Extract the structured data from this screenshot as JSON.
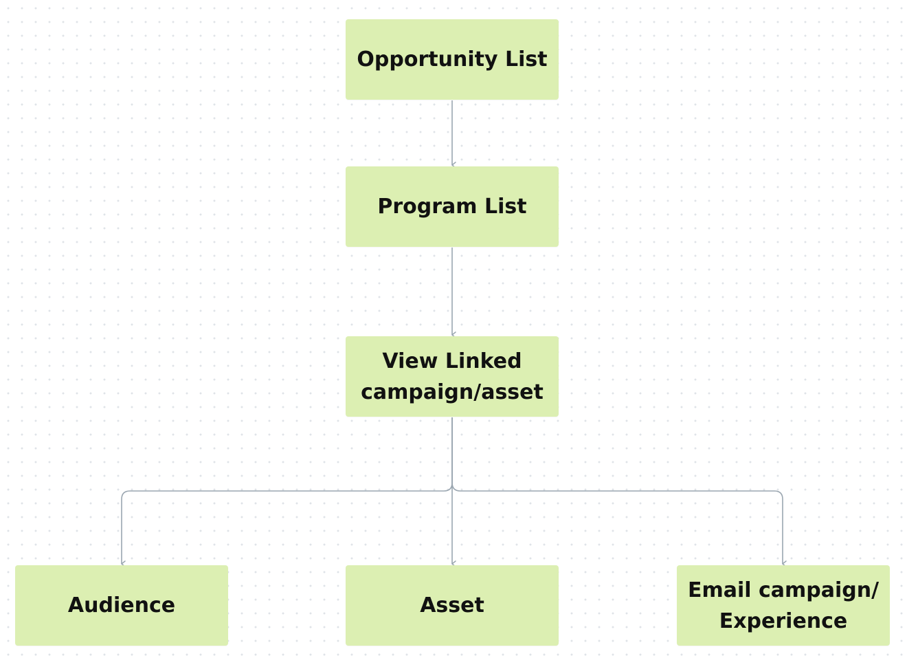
{
  "diagram": {
    "colors": {
      "node_fill": "#dcefb2",
      "connector": "#9aa6b0",
      "text": "#111111"
    },
    "nodes": [
      {
        "id": "opportunity",
        "label": "Opportunity List"
      },
      {
        "id": "program",
        "label": "Program List"
      },
      {
        "id": "linked",
        "label": "View Linked\ncampaign/asset"
      },
      {
        "id": "audience",
        "label": "Audience"
      },
      {
        "id": "asset",
        "label": "Asset"
      },
      {
        "id": "email",
        "label": "Email campaign/\nExperience"
      }
    ],
    "edges": [
      {
        "from": "opportunity",
        "to": "program"
      },
      {
        "from": "program",
        "to": "linked"
      },
      {
        "from": "linked",
        "to": "audience"
      },
      {
        "from": "linked",
        "to": "asset"
      },
      {
        "from": "linked",
        "to": "email"
      }
    ]
  }
}
